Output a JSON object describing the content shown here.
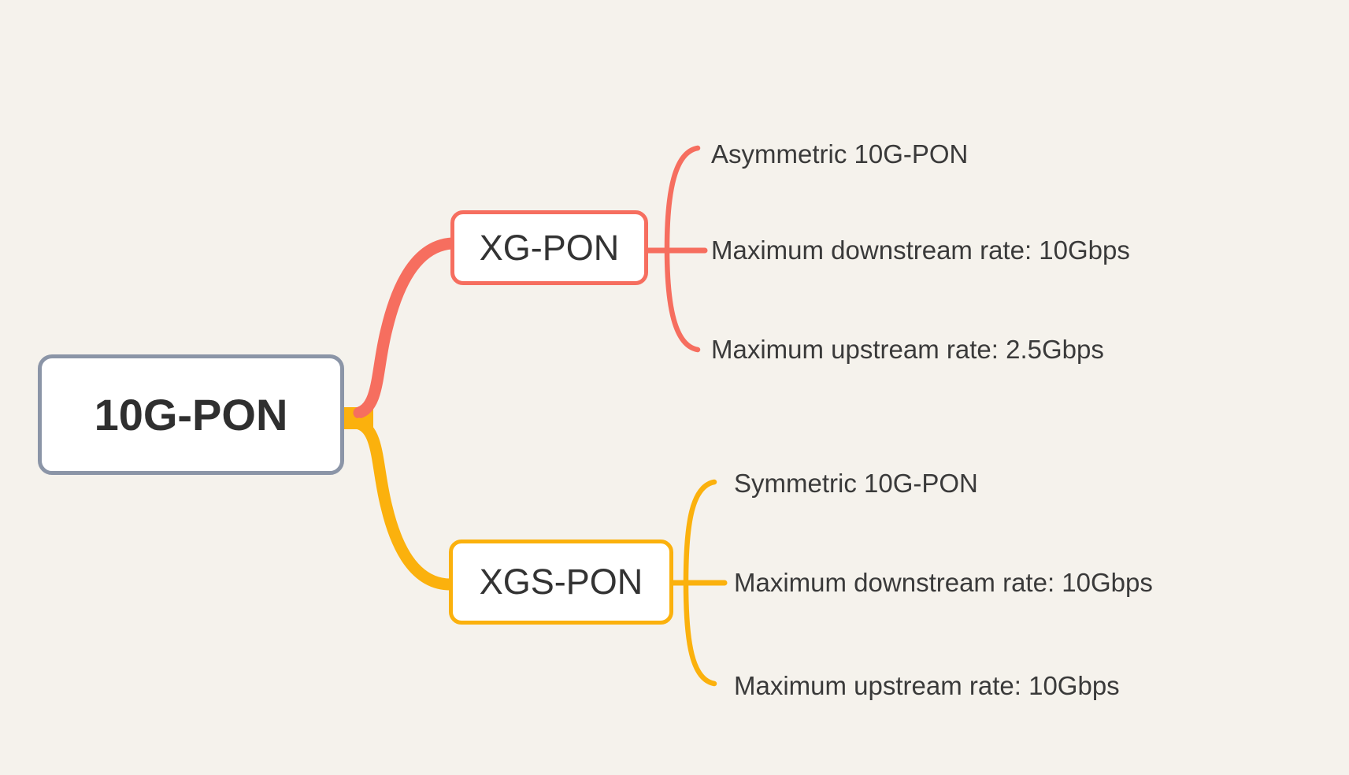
{
  "canvas": {
    "background": "#F5F2EC"
  },
  "colors": {
    "root_border": "#8B95A7",
    "xg_branch": "#F66E5F",
    "xgs_branch": "#FBB10D",
    "node_text": "#333333",
    "leaf_text": "#3A3A3A"
  },
  "root": {
    "label": "10G-PON"
  },
  "branches": [
    {
      "id": "xg-pon",
      "label": "XG-PON",
      "color": "#F66E5F",
      "children": [
        "Asymmetric 10G-PON",
        "Maximum downstream rate: 10Gbps",
        "Maximum upstream rate: 2.5Gbps"
      ]
    },
    {
      "id": "xgs-pon",
      "label": "XGS-PON",
      "color": "#FBB10D",
      "children": [
        "Symmetric 10G-PON",
        "Maximum downstream rate: 10Gbps",
        "Maximum upstream rate: 10Gbps"
      ]
    }
  ]
}
